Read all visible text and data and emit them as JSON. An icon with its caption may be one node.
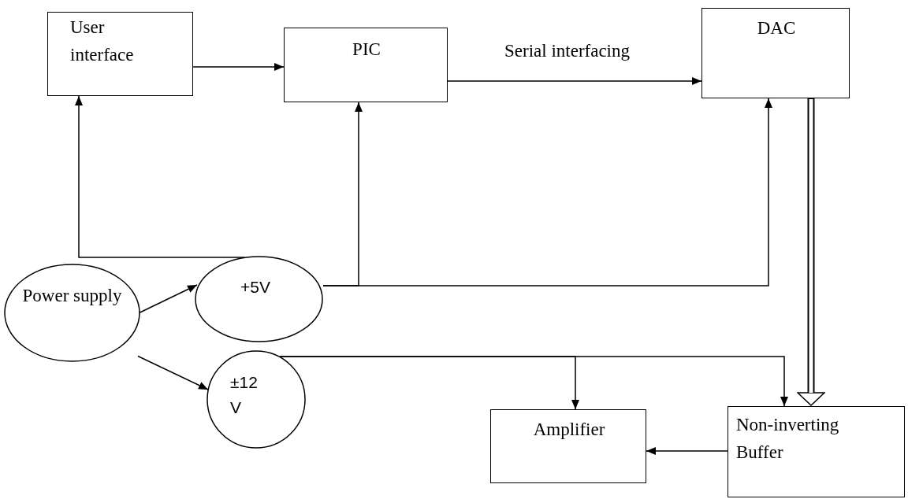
{
  "diagram": {
    "nodes": [
      {
        "text": [
          "User interface"
        ]
      },
      {
        "text": [
          "PIC"
        ]
      },
      {
        "text": [
          "DAC"
        ]
      },
      {
        "text": [
          "+5V"
        ]
      },
      {
        "text": [
          "Power supply"
        ]
      },
      {
        "text": [
          "±12 V"
        ]
      },
      {
        "text": [
          "Amplifier"
        ]
      },
      {
        "text": [
          "Non-inverting Buffer"
        ]
      }
    ],
    "edges": [
      {
        "from": 0,
        "to": 1,
        "arrow": "to"
      },
      {
        "from": 1,
        "to": 2,
        "arrow": "to",
        "label": "Serial interfacing"
      },
      {
        "from": 3,
        "to": 0,
        "arrow": "to"
      },
      {
        "from": 3,
        "to": 1,
        "arrow": "to"
      },
      {
        "from": 3,
        "to": 2,
        "arrow": "to"
      },
      {
        "from": 4,
        "to": 3,
        "arrow": "to"
      },
      {
        "from": 4,
        "to": 5,
        "arrow": "to"
      },
      {
        "from": 5,
        "to": 6,
        "arrow": "to"
      },
      {
        "from": 5,
        "to": 7,
        "arrow": "to"
      },
      {
        "from": 2,
        "to": 7,
        "arrow": "to",
        "style": "thick"
      },
      {
        "from": 7,
        "to": 6,
        "arrow": "to"
      }
    ]
  }
}
